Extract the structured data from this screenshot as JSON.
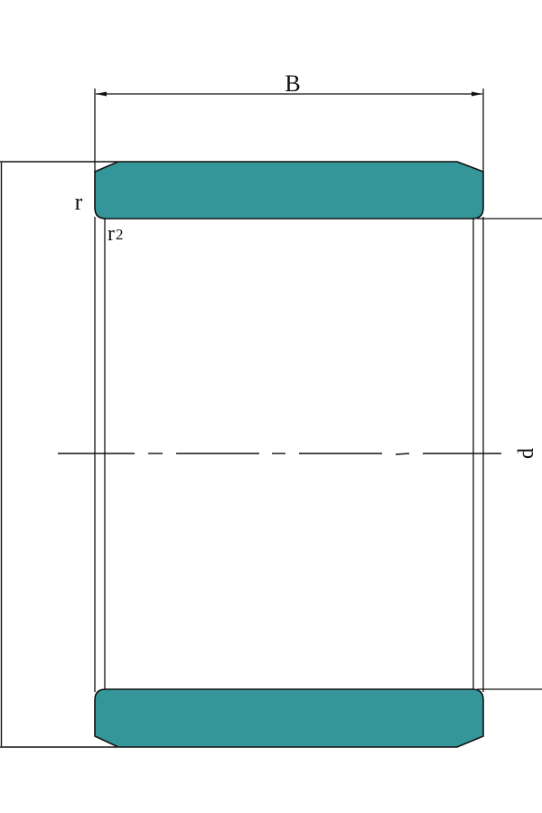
{
  "drawing": {
    "type": "bearing-bushing-cross-section",
    "fill_color": "#35969a",
    "stroke_color": "#111111",
    "labels": {
      "width": "B",
      "chamfer": "r",
      "inner_radius": "r",
      "inner_radius_sub": "2",
      "diameter": "d"
    }
  }
}
